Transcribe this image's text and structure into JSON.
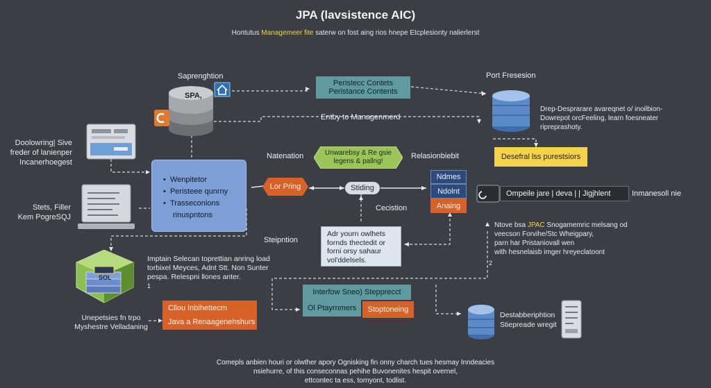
{
  "header": {
    "title": "JPA (lavsistence AIC)",
    "subtitle_pre": "Hontutus ",
    "subtitle_accent": "Managemeer fite",
    "subtitle_post": " saterw on fost aing rios hnepe Etcplesionty nalierlerst",
    "accent_color": "#f4d24c"
  },
  "labels": {
    "saprenghtion": "Saprenghtion",
    "spa_label": "SPA,",
    "port_fresesion": "Port Fresesion",
    "entby": "Entby to Managenmerd",
    "drep_desc": [
      "Drep-Desprarare avareqnet o/ inoilbion-",
      "Dowrepot orcFeeling, learn foesneater",
      "ripreprashoty."
    ],
    "doolowring": [
      "Doolowring| Sive",
      "freder of lanienper",
      "Incanerhoegest"
    ],
    "stets": [
      "Stets, Filler",
      "Kem PogreSQJ"
    ],
    "natenation": "Natenation",
    "relasionbiebit": "Relasionbiebit",
    "cecistion": "Cecistion",
    "steipntion": "Steipntion",
    "imptain": [
      "Imptain Selecan toprettian anring load",
      "torbixel Meyces, Adnt Stt. Non Sunter",
      "pespa. Relespni llones anter."
    ],
    "unepttsies": [
      "Unepetsies fn trpo",
      "Myshestre Velladaning"
    ],
    "ntove": [
      "Ntove bsa ",
      "JPAC",
      " Snogamemric melsang od",
      "veecson Forvihe/Stc Wheigpary,",
      "parn har Pristaniovall wen",
      "with hesnelaisb imger hreyeclatoont"
    ],
    "destabber": [
      "Destabberiphtion",
      "Stiepreade wregit"
    ],
    "inmanesoll": "Inmanesoll nie",
    "num1": "1",
    "num2": "2"
  },
  "boxes": {
    "persistence": [
      "Peristecc Contets",
      "Peristance Contents"
    ],
    "unwarebsy": [
      "Unwarebsy & Re gsie",
      "legens & pallng!"
    ],
    "desefral": "Desefral lss purestsiors",
    "lor_pring": "Lor Pring",
    "stiding": "Stiding",
    "ndmes": "Ndmes",
    "ndolnt": "Ndolnt",
    "anaing": "Anaing",
    "terminal": "Ompeile jare | deva | | Jigjhlent",
    "adr_note": [
      "Adr yourn owlhets",
      "fornds thectedit or",
      "forni orsy sahaur",
      "vol'ddelsels."
    ],
    "interfow": "Interfow Sneo) Stepprecct",
    "olplay": "Ol Ptayrnmers",
    "stoptoneing": "Stoptoneing",
    "cllou": "Cllou Inbihettecm",
    "java": "Java a Renaagenehshurs"
  },
  "panel": {
    "items": [
      "Wenpitetor",
      "Peristeee qunrny",
      "Trasseconions",
      "rinuspntons"
    ]
  },
  "footer": [
    "Comepls anbien houri or olwther apory Ognisking fin onny charch tues hesmay Inndeacies",
    "nsiehurre, of this conseconnas pehihe Buvonenites hespit overnel,",
    "ettcontec ta ess, tornyont, todlist."
  ]
}
